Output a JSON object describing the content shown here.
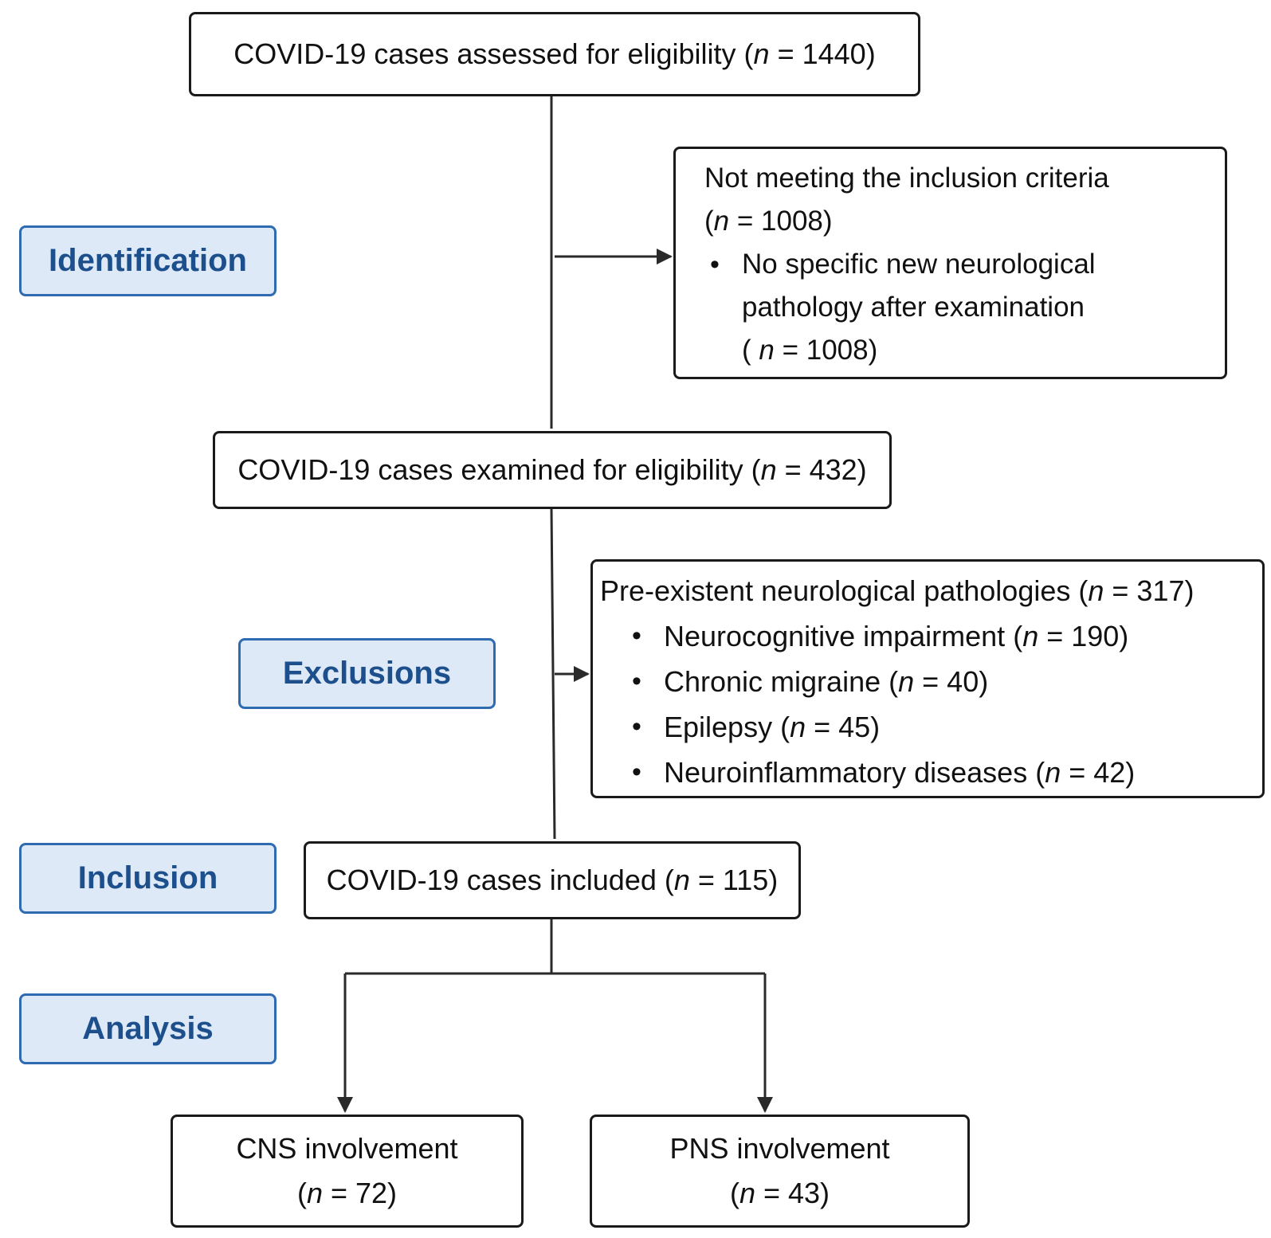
{
  "stages": {
    "identification": "Identification",
    "exclusions": "Exclusions",
    "inclusion": "Inclusion",
    "analysis": "Analysis"
  },
  "n_symbol": "n",
  "boxes": {
    "assessed": {
      "before": "COVID-19 cases assessed for eligibility (",
      "after": " = 1440)"
    },
    "not_meeting": {
      "title": "Not meeting the inclusion criteria",
      "count": " = 1008)",
      "bullet": {
        "line1": "No specific new neurological",
        "line2": "pathology after examination",
        "count_open": "( ",
        "count": " = 1008)"
      }
    },
    "examined": {
      "before": "COVID-19 cases examined for eligibility (",
      "after": " = 432)"
    },
    "preexistent": {
      "title_before": "Pre-existent neurological pathologies (",
      "title_after": " = 317)",
      "items": [
        {
          "label": "Neurocognitive impairment (",
          "count": " = 190)"
        },
        {
          "label": "Chronic migraine (",
          "count": " = 40)"
        },
        {
          "label": "Epilepsy (",
          "count": " = 45)"
        },
        {
          "label": "Neuroinflammatory diseases (",
          "count": " = 42)"
        }
      ]
    },
    "included": {
      "before": "COVID-19 cases included (",
      "after": " = 115)"
    },
    "cns": {
      "label": "CNS involvement",
      "count": " = 72)"
    },
    "pns": {
      "label": "PNS involvement",
      "count": " = 43)"
    }
  },
  "colors": {
    "stage_fill": "#dde9f7",
    "stage_border": "#2f6bb0",
    "stage_text": "#1c4f8c",
    "box_border": "#1a1a1a",
    "line": "#2a2a2a"
  }
}
